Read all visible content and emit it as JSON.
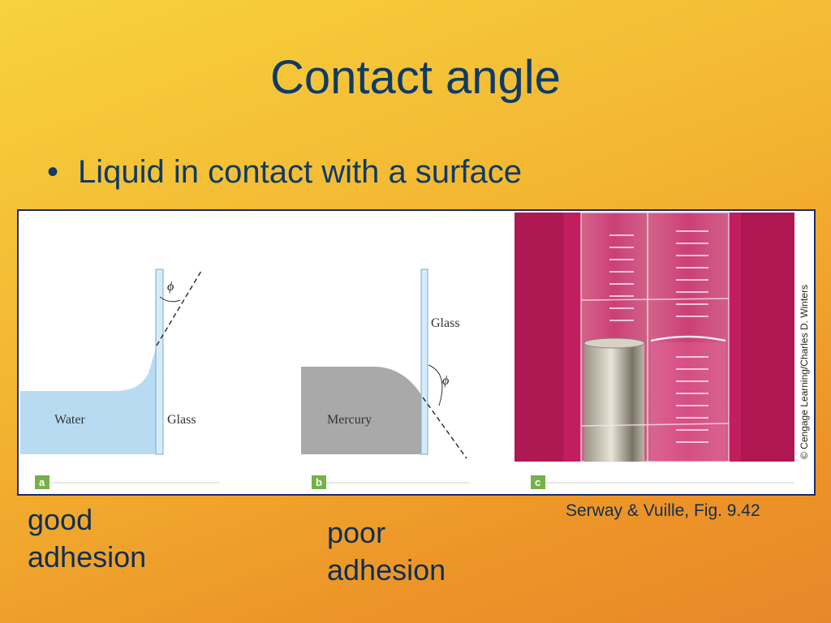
{
  "slide": {
    "title": "Contact angle",
    "bullet": "Liquid in contact with a surface",
    "captions": {
      "good": [
        "good",
        "adhesion"
      ],
      "poor": [
        "poor",
        "adhesion"
      ]
    },
    "citation": "Serway & Vuille, Fig. 9.42"
  },
  "figure": {
    "panel_a": {
      "tag": "a",
      "liquid_label": "Water",
      "wall_label": "Glass",
      "angle_label": "ϕ"
    },
    "panel_b": {
      "tag": "b",
      "liquid_label": "Mercury",
      "wall_label": "Glass",
      "angle_label": "ϕ"
    },
    "panel_c": {
      "tag": "c",
      "credit": "© Cengage Learning/Charles D. Winters"
    }
  },
  "colors": {
    "title": "#0f3b66",
    "water": "#b9dbf2",
    "mercury": "#a9a9a9",
    "tag": "#76b04a",
    "photo_bg": "#c21d5e"
  }
}
